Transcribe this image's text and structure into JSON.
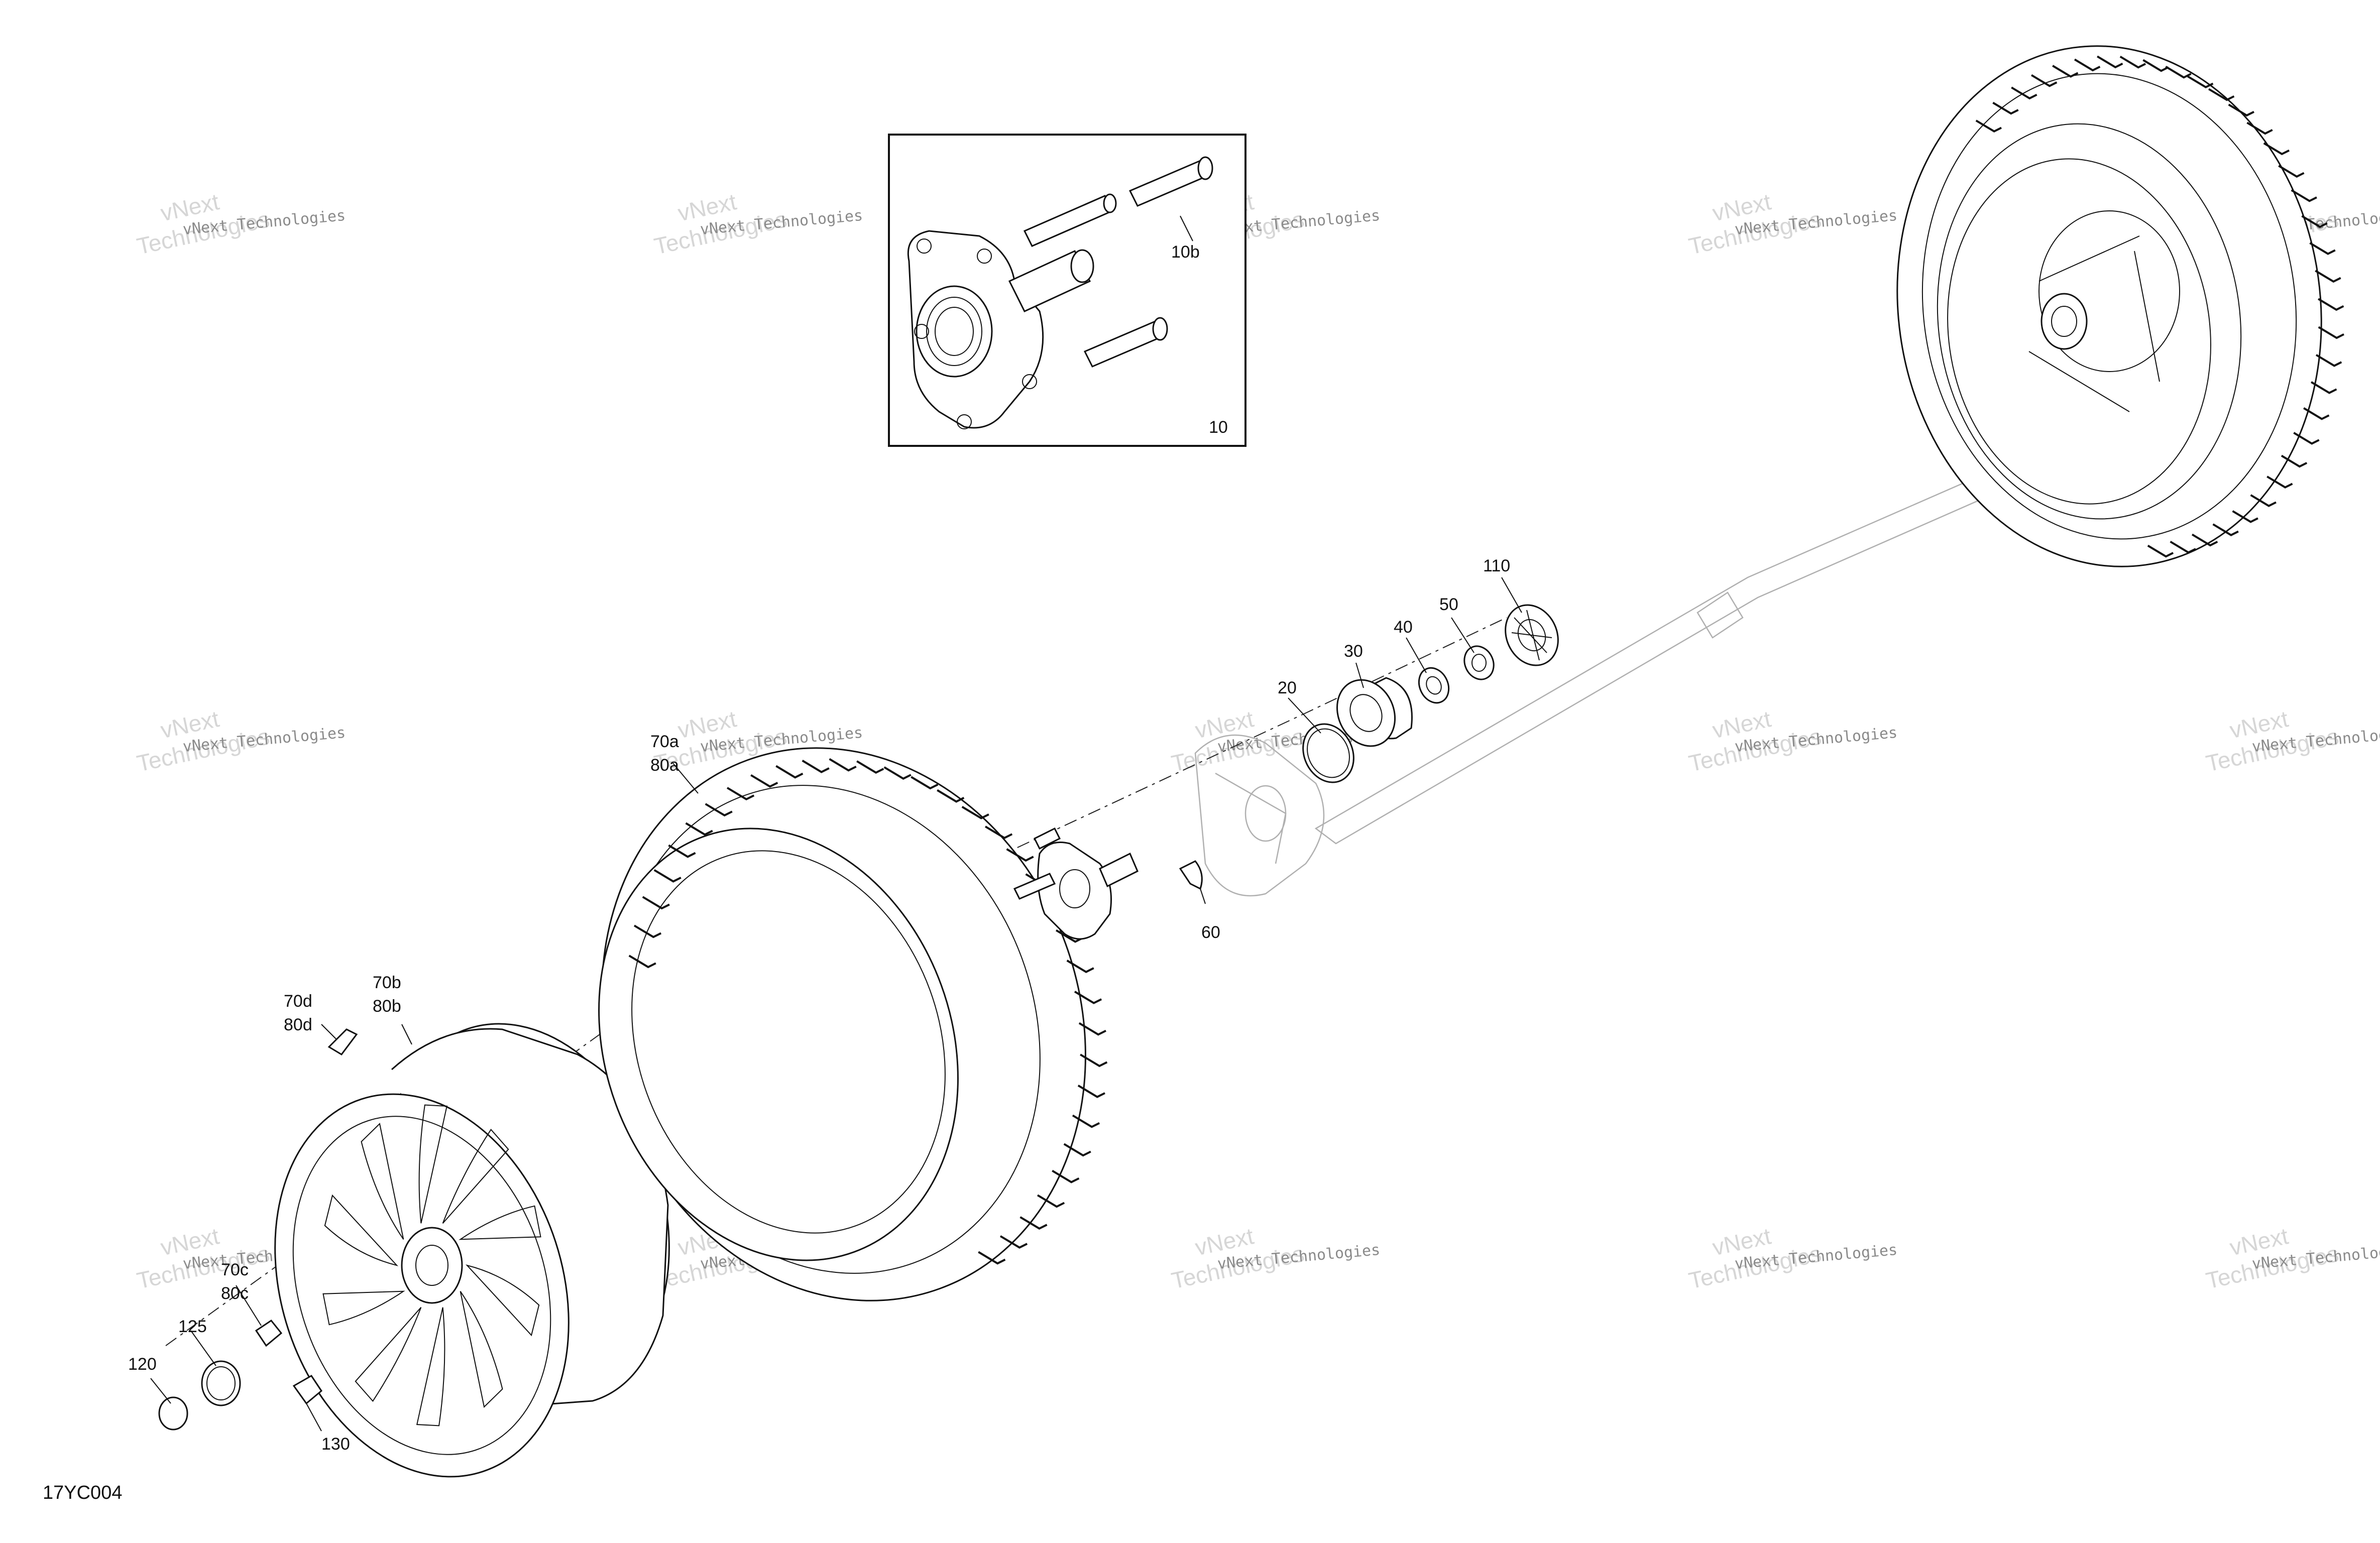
{
  "sheet_id": "17YC004",
  "watermark": {
    "line1": "vNext Technologies",
    "line2": "vNext\nTechnologies"
  },
  "callouts": {
    "c10": "10",
    "c10b": "10b",
    "c20": "20",
    "c30": "30",
    "c40": "40",
    "c50": "50",
    "c60": "60",
    "c110": "110",
    "c70a": "70a",
    "c80a": "80a",
    "c70b": "70b",
    "c80b": "80b",
    "c70c": "70c",
    "c80c": "80c",
    "c70d": "70d",
    "c80d": "80d",
    "c120": "120",
    "c125": "125",
    "c130": "130"
  }
}
